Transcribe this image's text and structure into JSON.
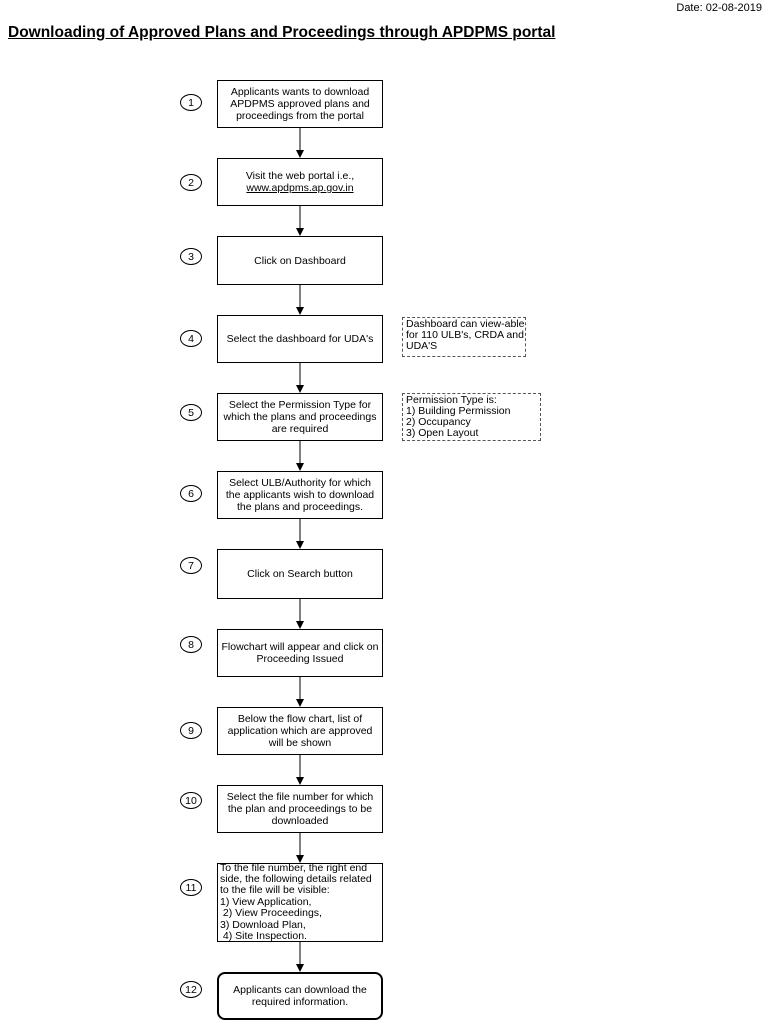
{
  "header": {
    "date": "Date: 02-08-2019",
    "title": "Downloading of Approved Plans and Proceedings through APDPMS portal"
  },
  "steps": [
    {
      "num": "1",
      "text": "Applicants wants to download APDPMS approved  plans and proceedings from the portal"
    },
    {
      "num": "2",
      "text": "Visit the web portal i.e.,",
      "link": "www.apdpms.ap.gov.in"
    },
    {
      "num": "3",
      "text": "Click on Dashboard"
    },
    {
      "num": "4",
      "text": "Select the dashboard for UDA's"
    },
    {
      "num": "5",
      "text": "Select the Permission Type for which the plans and proceedings are required"
    },
    {
      "num": "6",
      "text": "Select ULB/Authority for which the applicants wish to download the plans and proceedings."
    },
    {
      "num": "7",
      "text": "Click on Search button"
    },
    {
      "num": "8",
      "text": "Flowchart will appear and click on Proceeding Issued"
    },
    {
      "num": "9",
      "text": "Below the flow chart, list of application which are approved will be shown"
    },
    {
      "num": "10",
      "text": "Select the file number for which the plan and proceedings to be downloaded"
    },
    {
      "num": "11",
      "lines": [
        "To the file number, the right end side, the following details related to the file will be visible:",
        "1) View Application,",
        " 2) View Proceedings,",
        "3) Download Plan,",
        " 4) Site Inspection."
      ]
    },
    {
      "num": "12",
      "text": "Applicants can download the required information."
    }
  ],
  "notes": {
    "dashboard": [
      "Dashboard can view-able",
      "for 110 ULB's, CRDA and",
      "UDA'S"
    ],
    "permission": [
      "Permission Type is:",
      "1) Building Permission",
      "2) Occupancy",
      "3) Open Layout"
    ]
  }
}
